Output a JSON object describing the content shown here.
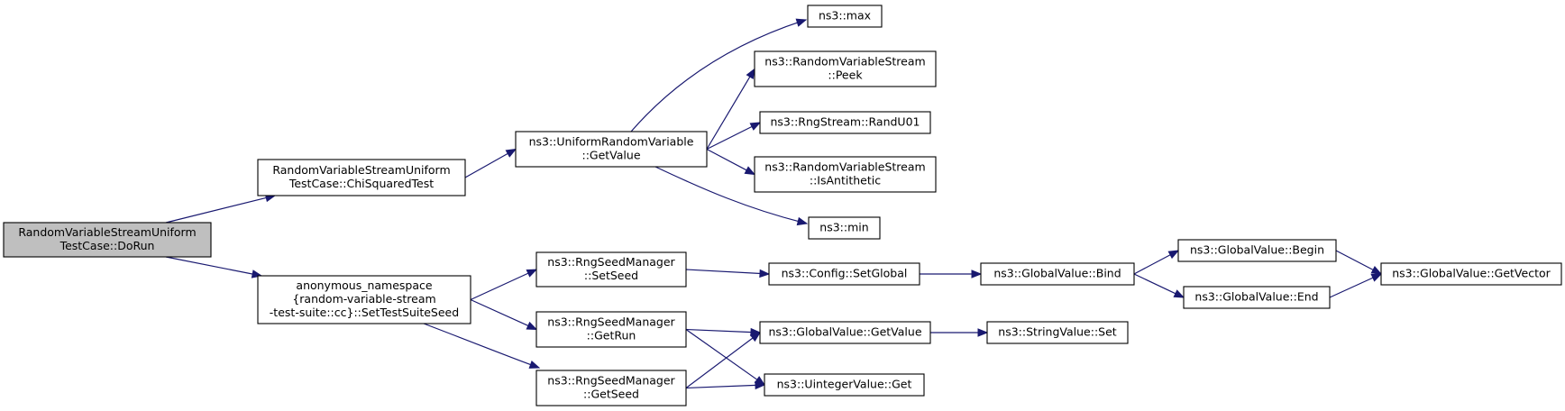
{
  "colors": {
    "edge": "#191970",
    "root_fill": "#bfbfbf",
    "node_fill": "#ffffff",
    "node_border": "#000000"
  },
  "nodes": {
    "doRun": {
      "lines": [
        "RandomVariableStreamUniform",
        "TestCase::DoRun"
      ],
      "root": true
    },
    "chiSquared": {
      "lines": [
        "RandomVariableStreamUniform",
        "TestCase::ChiSquaredTest"
      ]
    },
    "setTestSuiteSeed": {
      "lines": [
        "anonymous_namespace",
        "{random-variable-stream",
        "-test-suite::cc}::SetTestSuiteSeed"
      ]
    },
    "uniformGetValue": {
      "lines": [
        "ns3::UniformRandomVariable",
        "::GetValue"
      ]
    },
    "max": {
      "lines": [
        "ns3::max"
      ]
    },
    "peek": {
      "lines": [
        "ns3::RandomVariableStream",
        "::Peek"
      ]
    },
    "randU01": {
      "lines": [
        "ns3::RngStream::RandU01"
      ]
    },
    "isAntithetic": {
      "lines": [
        "ns3::RandomVariableStream",
        "::IsAntithetic"
      ]
    },
    "min": {
      "lines": [
        "ns3::min"
      ]
    },
    "setSeed": {
      "lines": [
        "ns3::RngSeedManager",
        "::SetSeed"
      ]
    },
    "getRun": {
      "lines": [
        "ns3::RngSeedManager",
        "::GetRun"
      ]
    },
    "getSeed": {
      "lines": [
        "ns3::RngSeedManager",
        "::GetSeed"
      ]
    },
    "setGlobal": {
      "lines": [
        "ns3::Config::SetGlobal"
      ]
    },
    "gvGetValue": {
      "lines": [
        "ns3::GlobalValue::GetValue"
      ]
    },
    "uintGet": {
      "lines": [
        "ns3::UintegerValue::Get"
      ]
    },
    "bind": {
      "lines": [
        "ns3::GlobalValue::Bind"
      ]
    },
    "stringSet": {
      "lines": [
        "ns3::StringValue::Set"
      ]
    },
    "begin": {
      "lines": [
        "ns3::GlobalValue::Begin"
      ]
    },
    "end": {
      "lines": [
        "ns3::GlobalValue::End"
      ]
    },
    "getVector": {
      "lines": [
        "ns3::GlobalValue::GetVector"
      ]
    }
  },
  "edges": [
    {
      "from": "doRun",
      "to": "chiSquared"
    },
    {
      "from": "doRun",
      "to": "setTestSuiteSeed"
    },
    {
      "from": "chiSquared",
      "to": "uniformGetValue"
    },
    {
      "from": "uniformGetValue",
      "to": "max"
    },
    {
      "from": "uniformGetValue",
      "to": "peek"
    },
    {
      "from": "uniformGetValue",
      "to": "randU01"
    },
    {
      "from": "uniformGetValue",
      "to": "isAntithetic"
    },
    {
      "from": "uniformGetValue",
      "to": "min"
    },
    {
      "from": "setTestSuiteSeed",
      "to": "setSeed"
    },
    {
      "from": "setTestSuiteSeed",
      "to": "getRun"
    },
    {
      "from": "setTestSuiteSeed",
      "to": "getSeed"
    },
    {
      "from": "setSeed",
      "to": "setGlobal"
    },
    {
      "from": "setGlobal",
      "to": "bind"
    },
    {
      "from": "bind",
      "to": "begin"
    },
    {
      "from": "bind",
      "to": "end"
    },
    {
      "from": "begin",
      "to": "getVector"
    },
    {
      "from": "end",
      "to": "getVector"
    },
    {
      "from": "getRun",
      "to": "gvGetValue"
    },
    {
      "from": "getRun",
      "to": "uintGet"
    },
    {
      "from": "getSeed",
      "to": "gvGetValue"
    },
    {
      "from": "getSeed",
      "to": "uintGet"
    },
    {
      "from": "gvGetValue",
      "to": "stringSet"
    }
  ]
}
